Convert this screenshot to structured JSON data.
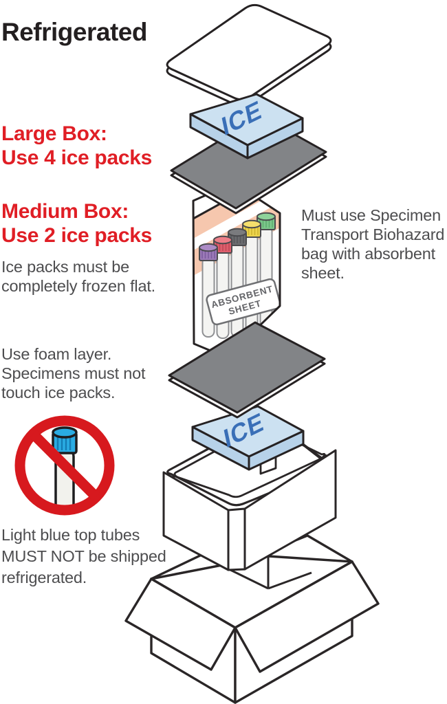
{
  "title": "Refrigerated",
  "notes": {
    "large_box": "Large Box:\nUse 4 ice packs",
    "medium_box": "Medium Box:\nUse 2 ice packs",
    "ice_flat": "Ice packs must be\ncompletely frozen flat.",
    "biohazard": "Must use Specimen\nTransport Biohazard\nbag with absorbent\nsheet.",
    "foam": "Use foam layer.\nSpecimens must not\ntouch ice packs.",
    "light_blue": "Light blue top tubes\nMUST NOT be shipped\nrefrigerated."
  },
  "diagram": {
    "ice_label": "ICE",
    "absorbent_line1": "ABSORBENT",
    "absorbent_line2": "SHEET",
    "layers_top_to_bottom": [
      "lid",
      "ice-pack",
      "foam-layer",
      "specimen-biohazard-bag",
      "foam-layer",
      "ice-pack",
      "styrofoam-cooler",
      "cardboard-box"
    ],
    "colors": {
      "heading_red": "#e01e25",
      "body_text_gray": "#4d4d4f",
      "title_black": "#231f20",
      "outline_black": "#262223",
      "ice_pack_fill": "#cce1f1",
      "ice_pack_side": "#b7d2e9",
      "ice_text_blue": "#3a6fb7",
      "foam_gray": "#828487",
      "bag_salmon": "#f6c7ae",
      "prohibition_red": "#d7191e",
      "light_blue_cap": "#2aace3",
      "tube_cap_colors": [
        "#ac8bc6",
        "#ee7e88",
        "#7a7b7e",
        "#f5df6c",
        "#8fd29a"
      ]
    }
  }
}
